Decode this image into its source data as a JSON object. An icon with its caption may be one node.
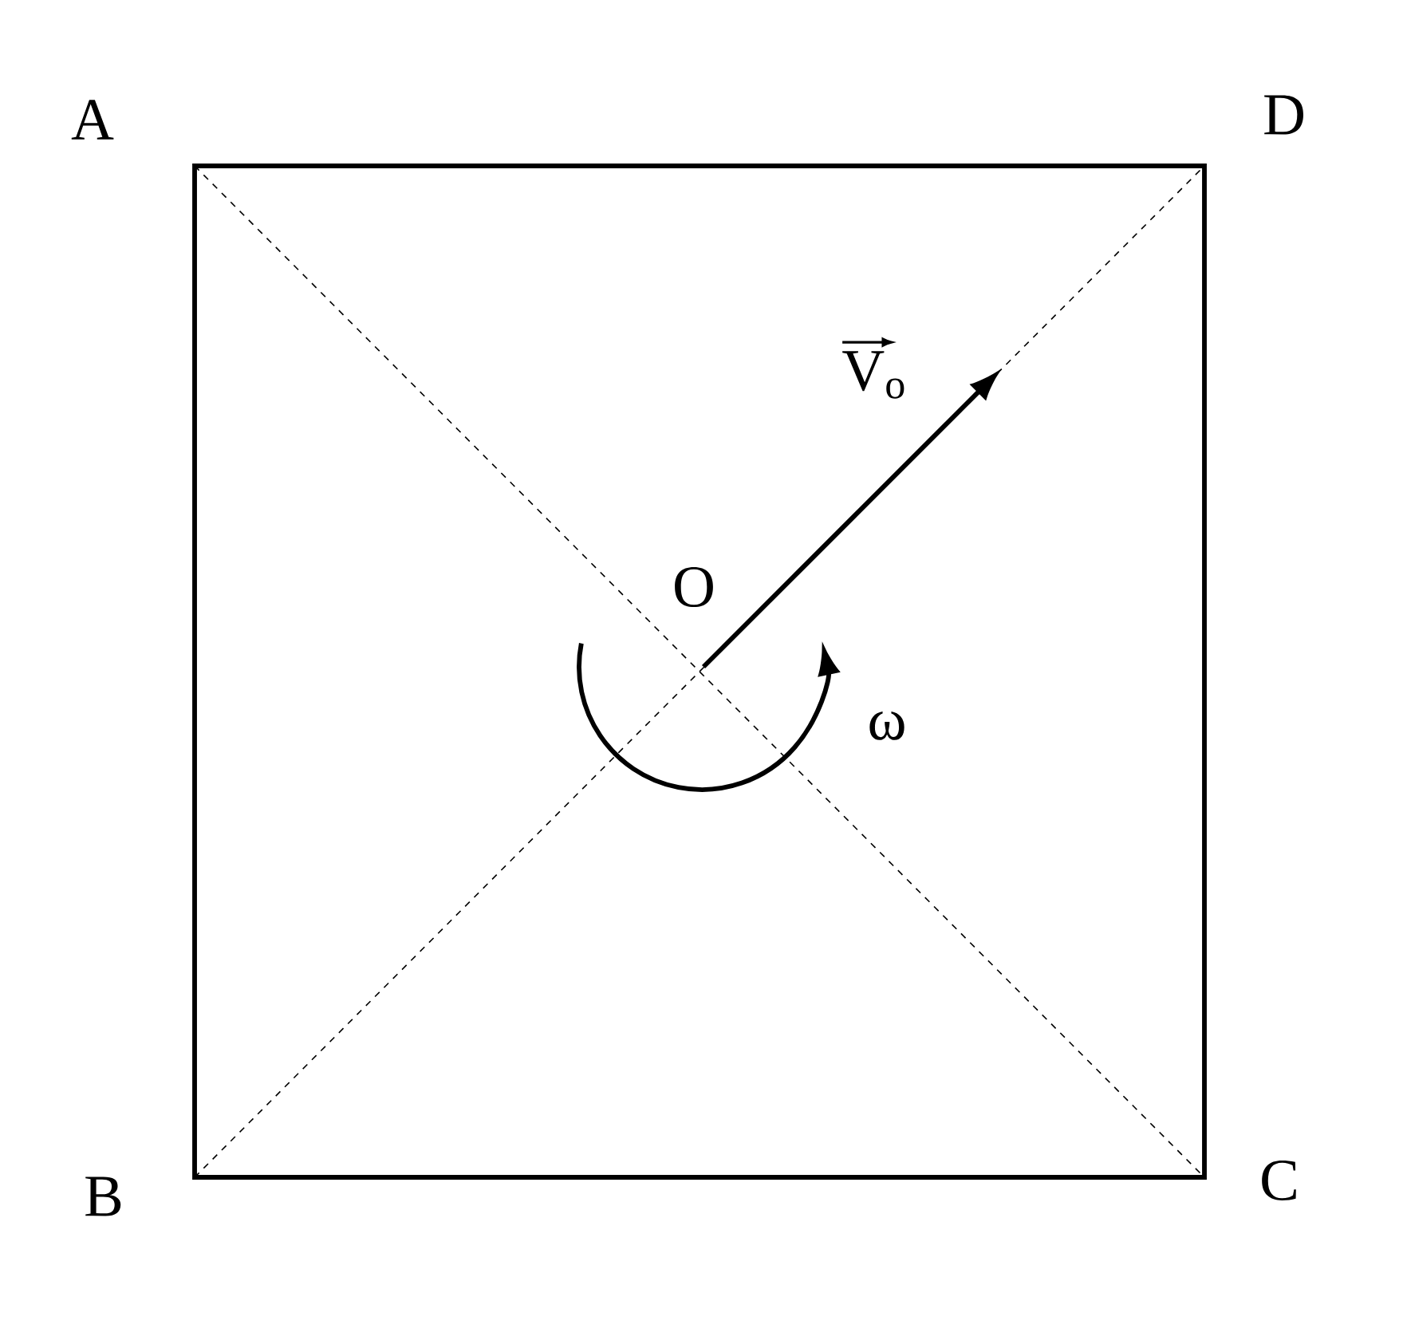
{
  "diagram": {
    "labels": [
      "A",
      "D",
      "V$_{o}$",
      "O",
      "ω",
      "B",
      "C"
    ]
  }
}
